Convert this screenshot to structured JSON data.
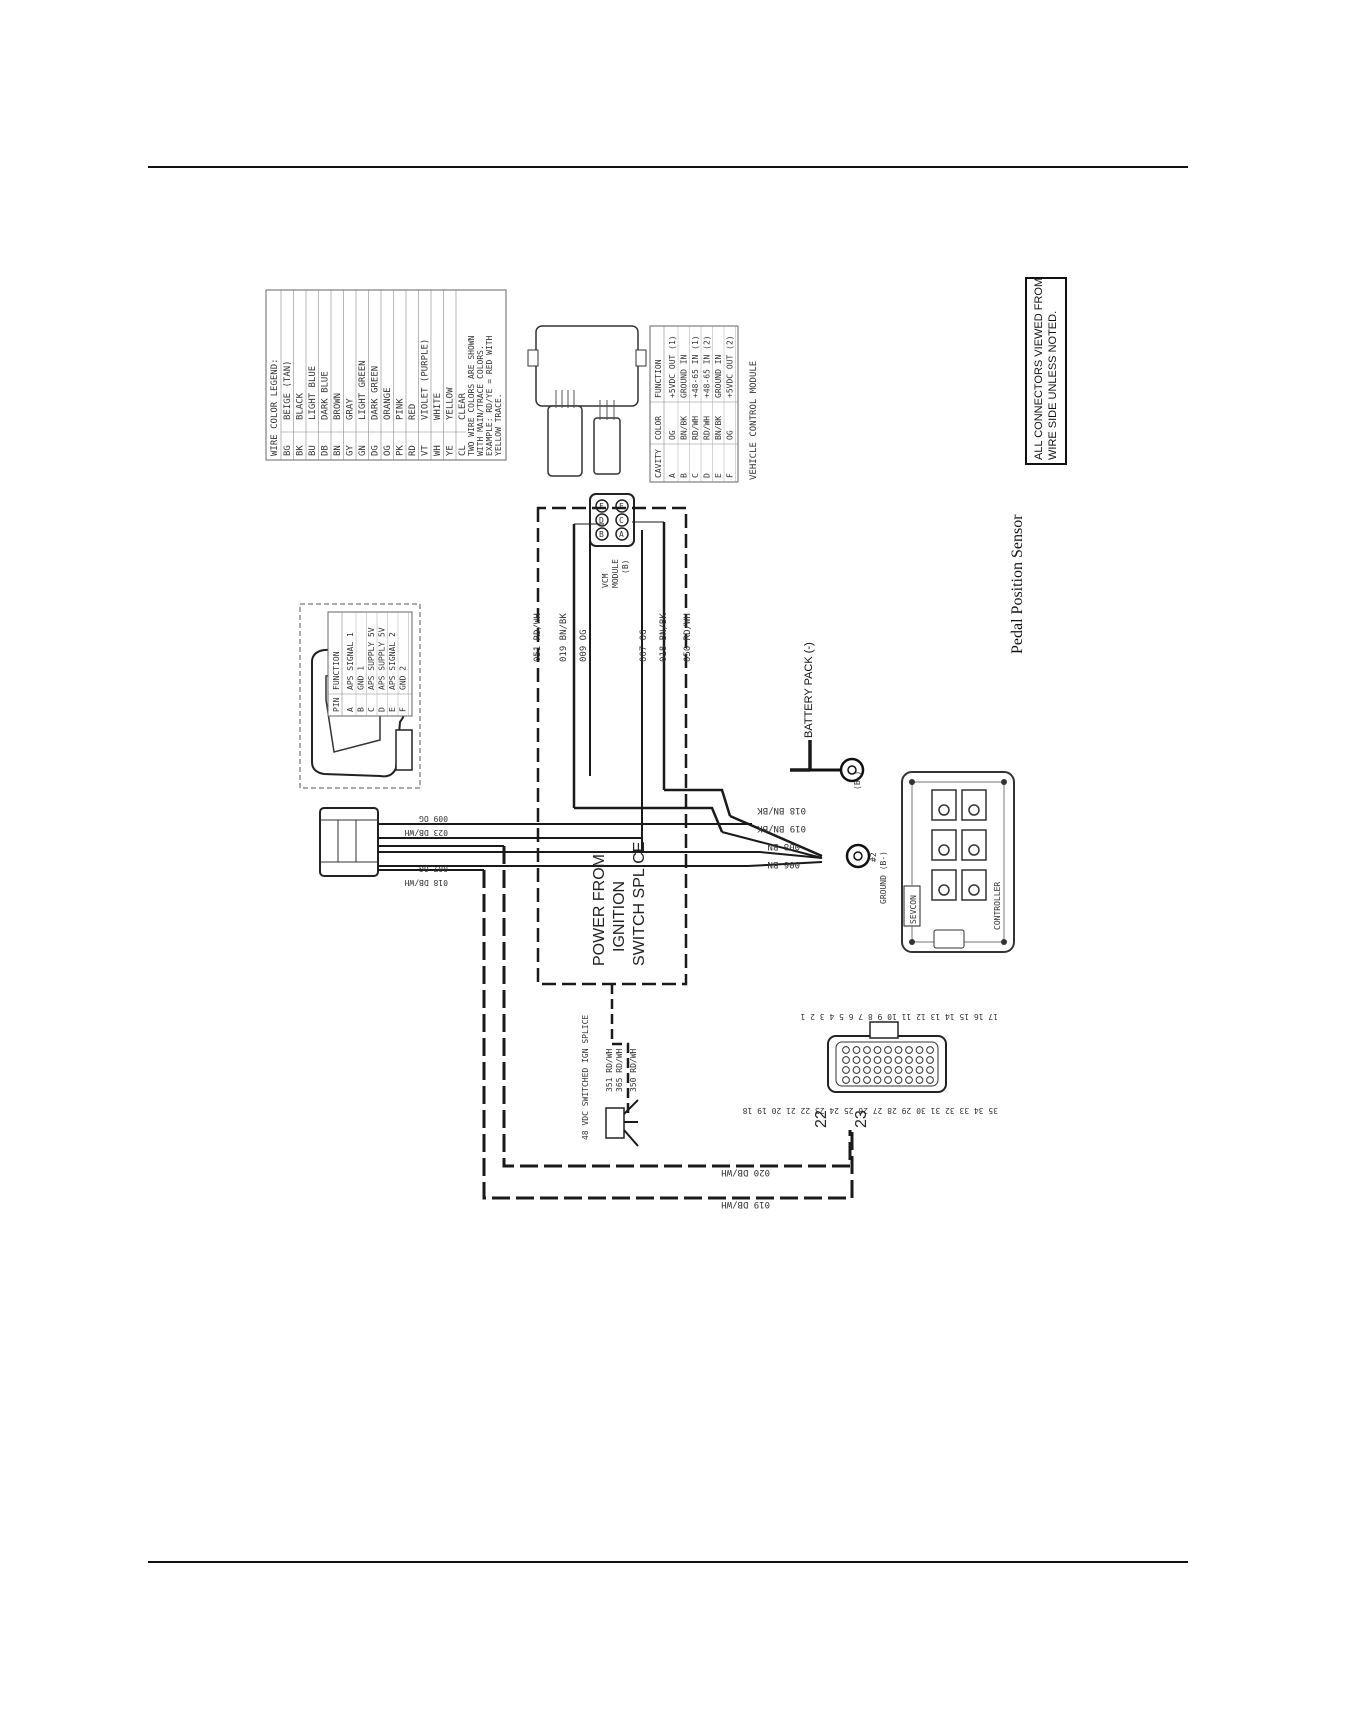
{
  "title": "Pedal Position Sensor",
  "note": {
    "line1": "ALL CONNECTORS VIEWED FROM",
    "line2": "WIRE SIDE UNLESS NOTED."
  },
  "legend": {
    "heading": "WIRE COLOR LEGEND:",
    "rows": [
      [
        "BG",
        "BEIGE (TAN)"
      ],
      [
        "BK",
        "BLACK"
      ],
      [
        "BU",
        "LIGHT BLUE"
      ],
      [
        "DB",
        "DARK BLUE"
      ],
      [
        "BN",
        "BROWN"
      ],
      [
        "GY",
        "GRAY"
      ],
      [
        "GN",
        "LIGHT GREEN"
      ],
      [
        "DG",
        "DARK GREEN"
      ],
      [
        "OG",
        "ORANGE"
      ],
      [
        "PK",
        "PINK"
      ],
      [
        "RD",
        "RED"
      ],
      [
        "VT",
        "VIOLET (PURPLE)"
      ],
      [
        "WH",
        "WHITE"
      ],
      [
        "YE",
        "YELLOW"
      ],
      [
        "CL",
        "CLEAR"
      ]
    ],
    "note": [
      "TWO WIRE COLORS ARE SHOWN",
      "WITH MAIN/TRACE COLORS.",
      "EXAMPLE: RD/YE = RED WITH",
      "YELLOW TRACE."
    ]
  },
  "vcm": {
    "title": "VEHICLE CONTROL MODULE",
    "headers": [
      "CAVITY",
      "COLOR",
      "FUNCTION"
    ],
    "rows": [
      [
        "A",
        "OG",
        "+5VDC OUT (1)"
      ],
      [
        "B",
        "BN/BK",
        "GROUND IN"
      ],
      [
        "C",
        "RD/WH",
        "+48-65 IN (1)"
      ],
      [
        "D",
        "RD/WH",
        "+48-65 IN (2)"
      ],
      [
        "E",
        "BN/BK",
        "GROUND IN"
      ],
      [
        "F",
        "OG",
        "+5VDC OUT (2)"
      ]
    ],
    "connector_label": [
      "VCM",
      "MODULE",
      "(B)"
    ]
  },
  "aps": {
    "headers": [
      "PIN",
      "FUNCTION"
    ],
    "rows": [
      [
        "A",
        "APS SIGNAL 1"
      ],
      [
        "B",
        "GND 1"
      ],
      [
        "C",
        "APS SUPPLY 5V"
      ],
      [
        "D",
        "APS SUPPLY 5V"
      ],
      [
        "E",
        "APS SIGNAL 2"
      ],
      [
        "F",
        "GND 2"
      ]
    ]
  },
  "wires": {
    "w051": "051 RD/WH",
    "w019": "019 BN/BK",
    "w009": "009 OG",
    "w007": "007 OG",
    "w018": "018 BN/BK",
    "w050": "050 RD/WH",
    "s018": "018 BN/BK",
    "s019": "019 BN/BK",
    "s008": "008 BN",
    "s006": "006 BN",
    "a009": "009 OG",
    "a023": "023 DB/WH",
    "a007": "007 OG",
    "a018": "018 DB/WH",
    "long020": "020 DB/WH",
    "long019": "019 DB/WH",
    "ign351": "351 RD/WH",
    "ign365": "365 RD/WH",
    "ign350": "350 RD/WH"
  },
  "labels": {
    "battery": "BATTERY PACK (-)",
    "bminus": "(B-)",
    "ground": "GROUND (B-)",
    "ground2": "#2",
    "power": [
      "POWER FROM",
      "IGNITION",
      "SWITCH SPLICE"
    ],
    "ign_splice": "48 VDC SWITCHED IGN SPLICE",
    "controller_brand": "SEVCON",
    "controller": "CONTROLLER",
    "pin22": "22",
    "pin23": "23"
  },
  "connector_pins": {
    "top_row": "17 16 15 14 13 12 11 10 9 8 7 6 5 4 3 2 1",
    "bottom_row": "35 34 33 32 31 30 29 28 27 26 25 24 23 22 21 20 19 18"
  }
}
